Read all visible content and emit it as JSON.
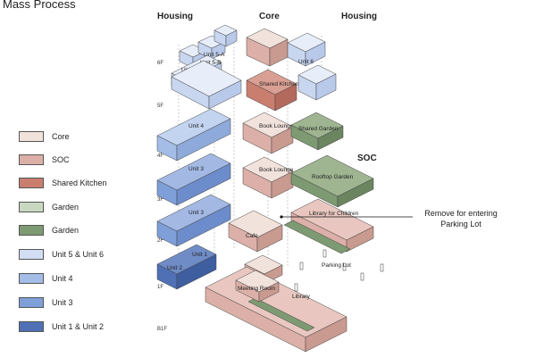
{
  "title": "Mass Process",
  "columns": {
    "left": "Housing",
    "center": "Core",
    "right": "Housing"
  },
  "legend": [
    {
      "label": "Core",
      "color": "#f2e2dc"
    },
    {
      "label": "SOC",
      "color": "#dcb0a8"
    },
    {
      "label": "Shared Kitchen",
      "color": "#c97e70"
    },
    {
      "label": "Garden",
      "color": "#c9d8c0"
    },
    {
      "label": "Garden",
      "color": "#7e9a72"
    },
    {
      "label": "Unit 5 & Unit 6",
      "color": "#d2def3"
    },
    {
      "label": "Unit 4",
      "color": "#a4bde6"
    },
    {
      "label": "Unit 3",
      "color": "#7f9fd8"
    },
    {
      "label": "Unit 1 & Unit 2",
      "color": "#4f70b5"
    }
  ],
  "floors": [
    "6F",
    "5F",
    "4F",
    "3F",
    "2F",
    "1F",
    "B1F"
  ],
  "labels": {
    "unit5a": "Unit 5-A",
    "unit5b": "Unit 5-B",
    "unit5c": "Unit 5-C",
    "unit6": "Unit 6",
    "shared_kitchen": "Shared Kitchen",
    "unit4": "Unit 4",
    "book_lounge_4f": "Book Lounge",
    "shared_garden": "Shared Garden",
    "unit3_3f": "Unit 3",
    "book_lounge_3f": "Book Lounge",
    "rooftop_garden": "Rooftop Garden",
    "unit3_2f": "Unit 3",
    "library_children": "Library for Children",
    "cafe": "Cafe",
    "unit1": "Unit 1",
    "unit2": "Unit 2",
    "parking_lot": "Parking Lot",
    "meeting_room": "Meeting Room",
    "library": "Library"
  },
  "soc_label": "SOC",
  "annotation": {
    "line1": "Remove for entering",
    "line2": "Parking Lot"
  }
}
